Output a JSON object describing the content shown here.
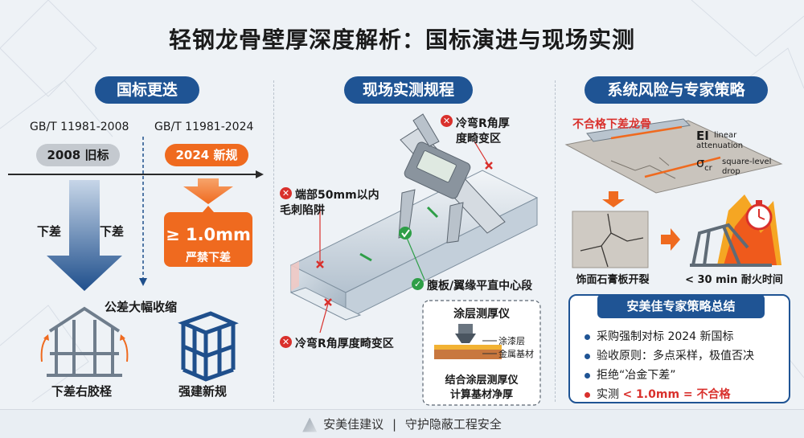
{
  "title": "轻钢龙骨壁厚深度解析：国标演进与现场实测",
  "sections": {
    "left": {
      "header": "国标更迭",
      "std_old_code": "GB/T 11981-2008",
      "std_new_code": "GB/T 11981-2024",
      "old_badge": "2008 旧标",
      "new_badge": "2024 新规",
      "down_left": "下差",
      "down_right": "下差",
      "min_thickness": "≥ 1.0mm",
      "min_note": "严禁下差",
      "tolerance_note": "公差大幅收缩",
      "caption_left": "下差右胶柽",
      "caption_right": "强建新规"
    },
    "middle": {
      "header": "现场实测规程",
      "label_r_corner_top_1": "冷弯R角厚",
      "label_r_corner_top_2": "度畸变区",
      "label_end_1": "端部50mm以内",
      "label_end_2": "毛刺陷阱",
      "label_center": "腹板/翼缘平直中心段",
      "label_r_corner_bottom": "冷弯R角厚度畸变区",
      "gauge_title": "涂层测厚仪",
      "gauge_coat": "涂漆层",
      "gauge_base": "金属基材",
      "gauge_caption_1": "结合涂层测厚仪",
      "gauge_caption_2": "计算基材净厚"
    },
    "right": {
      "header": "系统风险与专家策略",
      "defect_label": "不合格下差龙骨",
      "ei_symbol": "EI",
      "ei_note_1": "linear",
      "ei_note_2": "attenuation",
      "sigma_symbol": "σ",
      "sigma_sub": "cr",
      "sigma_note_1": "square-level",
      "sigma_note_2": "drop",
      "crack_caption": "饰面石膏板开裂",
      "fire_caption": "< 30 min 耐火时间",
      "strategy_title": "安美佳专家策略总结",
      "strategy_items": [
        "采购强制对标 2024 新国标",
        "验收原则：多点采样，极值否决",
        "拒绝“冶金下差”"
      ],
      "strategy_last_prefix": "实测",
      "strategy_last_value": "< 1.0mm = 不合格"
    }
  },
  "footer": {
    "brand": "安美佳建议",
    "separator": "|",
    "slogan": "守护隐蔽工程安全"
  },
  "colors": {
    "navy": "#1f5494",
    "orange": "#f26b21",
    "red": "#d9302c",
    "green": "#2e9e47"
  }
}
